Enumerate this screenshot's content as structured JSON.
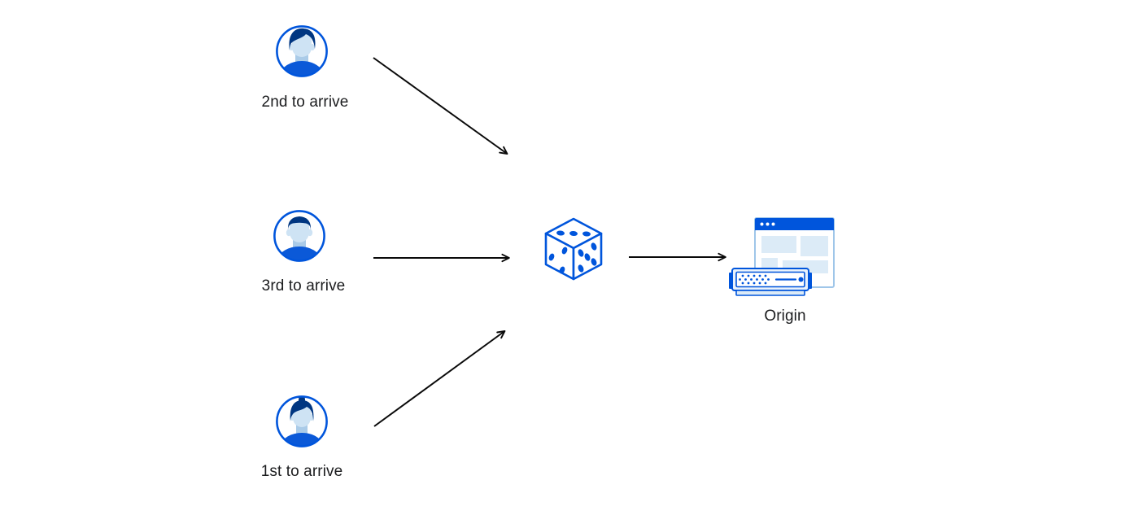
{
  "colors": {
    "accent_blue": "#0055dc",
    "hair_navy": "#003681",
    "face_light_blue": "#cee3f4",
    "neck_shade_blue": "#aacbe8",
    "wireframe_block_blue": "#dcebf7",
    "server_panel_blue": "#e9f2fb",
    "window_border_blue": "#9fc6e9",
    "arrow_black": "#000000",
    "label_text": "#1b1c1e",
    "background": "#ffffff"
  },
  "nodes": {
    "visitor_2nd": {
      "label": "2nd to arrive",
      "icon": "male-avatar-icon"
    },
    "visitor_3rd": {
      "label": "3rd to arrive",
      "icon": "male-avatar-2-icon"
    },
    "visitor_1st": {
      "label": "1st to arrive",
      "icon": "female-avatar-icon"
    },
    "dice": {
      "icon": "dice-icon"
    },
    "origin": {
      "label": "Origin",
      "icon": "origin-server-icon"
    }
  },
  "edges": [
    {
      "from": "visitor_2nd",
      "to": "dice"
    },
    {
      "from": "visitor_3rd",
      "to": "dice"
    },
    {
      "from": "visitor_1st",
      "to": "dice"
    },
    {
      "from": "dice",
      "to": "origin"
    }
  ]
}
